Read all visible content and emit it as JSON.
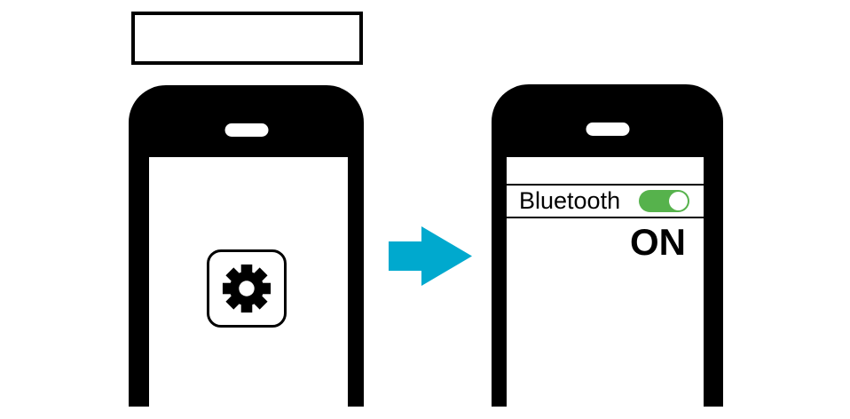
{
  "title_box": {
    "text": ""
  },
  "flow": {
    "arrow_icon": "arrow-right-icon",
    "arrow_color": "#00A9CE"
  },
  "left_phone": {
    "app_icon": "gear-icon"
  },
  "right_phone": {
    "bluetooth_label": "Bluetooth",
    "toggle_state": "on",
    "toggle_color": "#56B24C",
    "status_text": "ON"
  }
}
